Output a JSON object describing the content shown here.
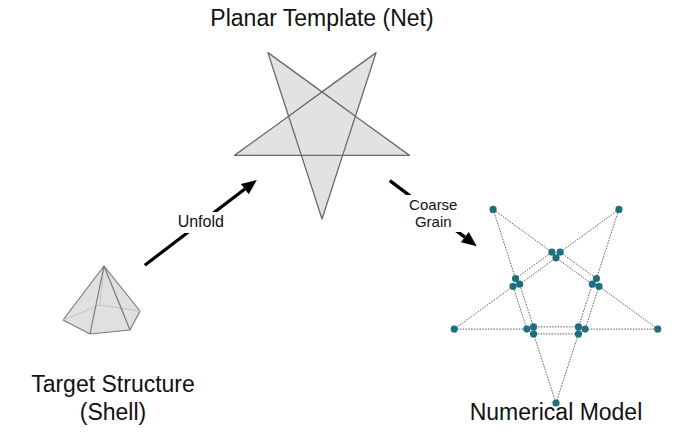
{
  "diagram": {
    "nodes": [
      {
        "text": [
          "Planar Template (Net)"
        ]
      },
      {
        "text": [
          "Target Structure (Shell)"
        ]
      },
      {
        "text": [
          "Numerical Model"
        ]
      }
    ],
    "edges": [
      {
        "from": 1,
        "to": 0,
        "arrow": "to",
        "label": "Unfold"
      },
      {
        "from": 0,
        "to": 2,
        "arrow": "to",
        "label": "Coarse Grain"
      }
    ]
  }
}
